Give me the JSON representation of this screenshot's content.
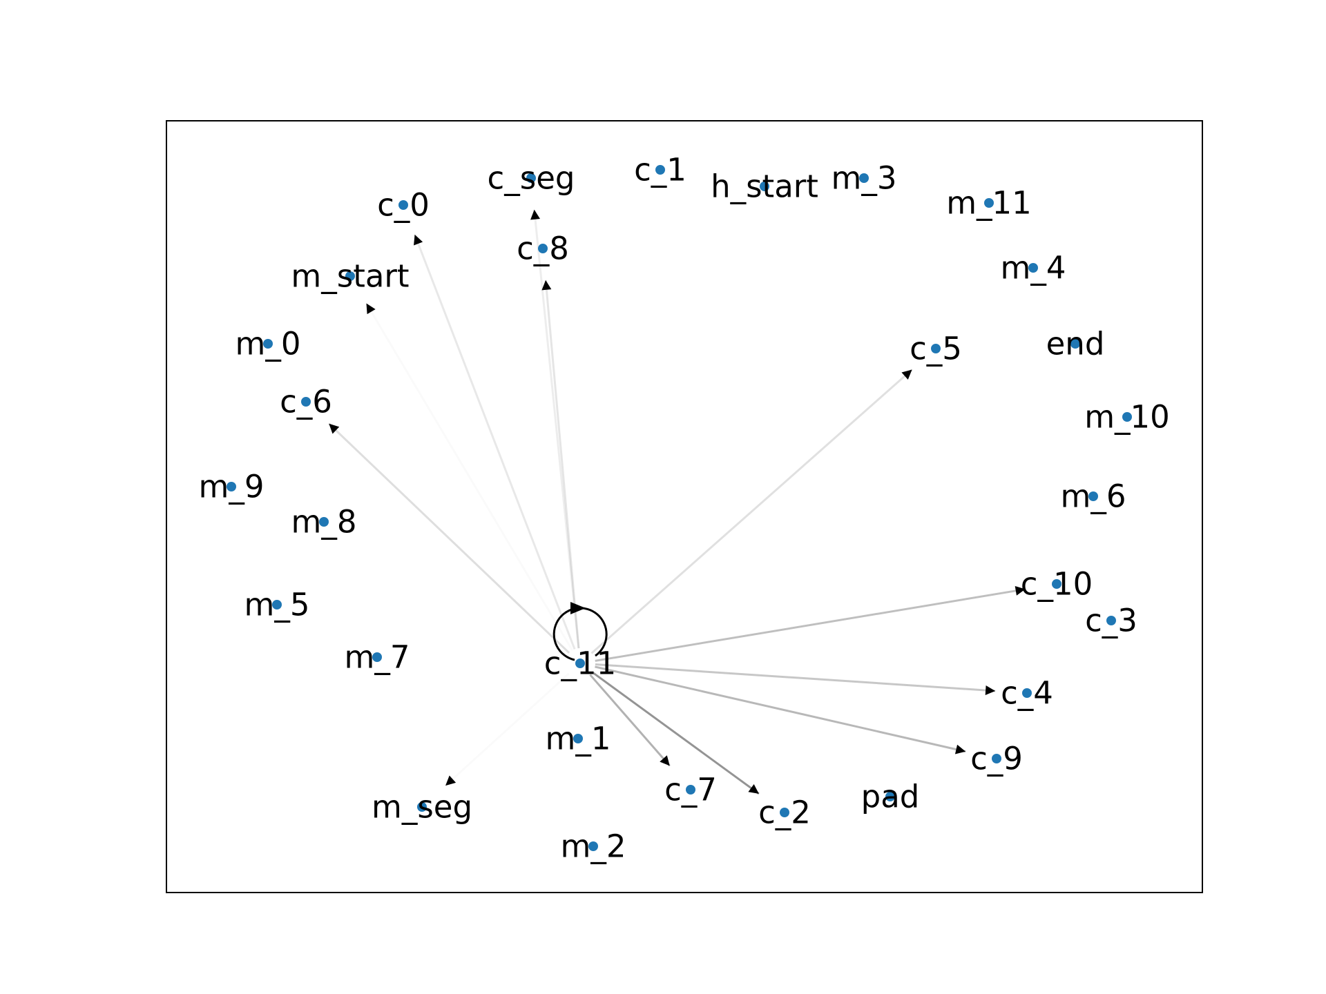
{
  "figure": {
    "node_color": "#1f77b4",
    "edge_color": "#000000",
    "label_color": "#000000",
    "frame_color": "#000000"
  },
  "graph": {
    "nodes": [
      {
        "id": "c_0"
      },
      {
        "id": "c_seg"
      },
      {
        "id": "c_1"
      },
      {
        "id": "h_start"
      },
      {
        "id": "m_3"
      },
      {
        "id": "m_11"
      },
      {
        "id": "c_8"
      },
      {
        "id": "m_start"
      },
      {
        "id": "m_4"
      },
      {
        "id": "m_0"
      },
      {
        "id": "end"
      },
      {
        "id": "c_5"
      },
      {
        "id": "c_6"
      },
      {
        "id": "m_10"
      },
      {
        "id": "m_9"
      },
      {
        "id": "m_6"
      },
      {
        "id": "m_8"
      },
      {
        "id": "c_10"
      },
      {
        "id": "m_5"
      },
      {
        "id": "c_3"
      },
      {
        "id": "m_7"
      },
      {
        "id": "c_11"
      },
      {
        "id": "c_4"
      },
      {
        "id": "m_1"
      },
      {
        "id": "c_9"
      },
      {
        "id": "c_7"
      },
      {
        "id": "pad"
      },
      {
        "id": "m_seg"
      },
      {
        "id": "c_2"
      },
      {
        "id": "m_2"
      }
    ],
    "edges": [
      {
        "source": "c_11",
        "target": "c_11",
        "weight": 1.0
      },
      {
        "source": "c_11",
        "target": "c_2",
        "weight": 0.42
      },
      {
        "source": "c_11",
        "target": "c_7",
        "weight": 0.3
      },
      {
        "source": "c_11",
        "target": "c_9",
        "weight": 0.28
      },
      {
        "source": "c_11",
        "target": "c_10",
        "weight": 0.25
      },
      {
        "source": "c_11",
        "target": "c_4",
        "weight": 0.22
      },
      {
        "source": "c_11",
        "target": "c_6",
        "weight": 0.13
      },
      {
        "source": "c_11",
        "target": "c_5",
        "weight": 0.12
      },
      {
        "source": "c_11",
        "target": "c_8",
        "weight": 0.1
      },
      {
        "source": "c_11",
        "target": "c_0",
        "weight": 0.09
      },
      {
        "source": "c_11",
        "target": "c_seg",
        "weight": 0.07
      },
      {
        "source": "c_11",
        "target": "m_start",
        "weight": 0.02
      },
      {
        "source": "c_11",
        "target": "m_seg",
        "weight": 0.02
      }
    ]
  }
}
